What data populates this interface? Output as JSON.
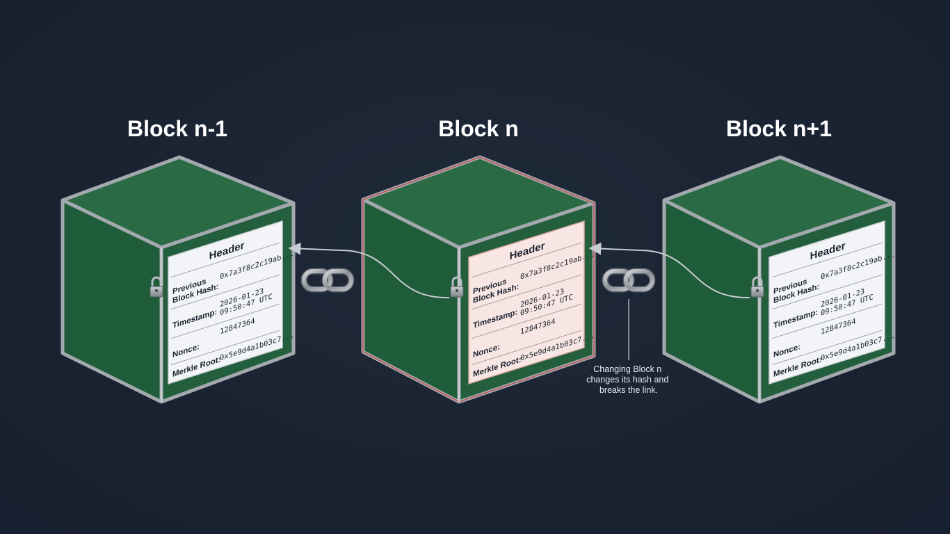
{
  "blocks": [
    {
      "title": "Block n-1",
      "header_title": "Header",
      "fields": [
        {
          "label_lines": [
            "Previous",
            "Block Hash:"
          ],
          "value_lines": [
            "0x7a3f8c2c19ab..."
          ]
        },
        {
          "label_lines": [
            "Timestamp:"
          ],
          "value_lines": [
            "2026-01-23",
            "09:50:47 UTC"
          ]
        },
        {
          "label_lines": [
            "Nonce:"
          ],
          "value_lines": [
            "12847364"
          ]
        },
        {
          "label_lines": [
            "Merkle Root:"
          ],
          "value_lines": [
            "0x5e9d4a1b03c7..."
          ]
        }
      ],
      "highlighted": false
    },
    {
      "title": "Block n",
      "header_title": "Header",
      "fields": [
        {
          "label_lines": [
            "Previous",
            "Block Hash:"
          ],
          "value_lines": [
            "0x7a3f8c2c19ab..."
          ]
        },
        {
          "label_lines": [
            "Timestamp:"
          ],
          "value_lines": [
            "2026-01-23",
            "09:50:47 UTC"
          ]
        },
        {
          "label_lines": [
            "Nonce:"
          ],
          "value_lines": [
            "12847364"
          ]
        },
        {
          "label_lines": [
            "Merkle Root:"
          ],
          "value_lines": [
            "0x5e9d4a1b03c7..."
          ]
        }
      ],
      "highlighted": true
    },
    {
      "title": "Block n+1",
      "header_title": "Header",
      "fields": [
        {
          "label_lines": [
            "Previous",
            "Block Hash:"
          ],
          "value_lines": [
            "0x7a3f8c2c19ab..."
          ]
        },
        {
          "label_lines": [
            "Timestamp:"
          ],
          "value_lines": [
            "2026-01-23",
            "09:50:47 UTC"
          ]
        },
        {
          "label_lines": [
            "Nonce:"
          ],
          "value_lines": [
            "12847364"
          ]
        },
        {
          "label_lines": [
            "Merkle Root:"
          ],
          "value_lines": [
            "0x5e9d4a1b03c7..."
          ]
        }
      ],
      "highlighted": false
    }
  ],
  "note": {
    "lines": [
      "Changing Block n",
      "changes its hash and",
      "breaks the link."
    ]
  },
  "icons": {
    "lock": "padlock-icon",
    "chain": "chain-link-icon"
  },
  "colors": {
    "background": "#1a2331",
    "cube_top": "#2a6b45",
    "cube_side": "#1f5c39",
    "cube_front": "#235f3c",
    "cube_edge": "#9aa0a6",
    "panel": "#f2f4f7",
    "panel_highlight": "#f7e6e3",
    "highlight_edge": "#c24a4a",
    "arrow": "#c8ccd2"
  }
}
